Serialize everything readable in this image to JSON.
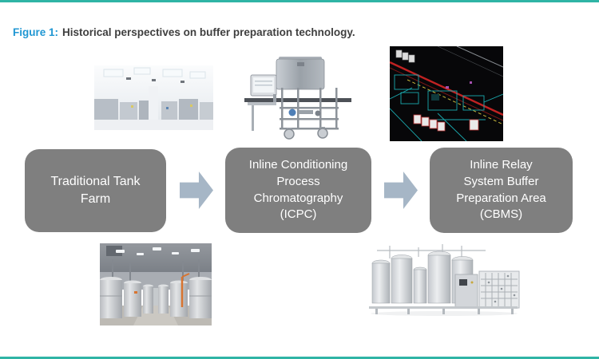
{
  "page": {
    "background": "#ffffff",
    "rule_color": "#2fb4a5"
  },
  "caption": {
    "label": "Figure 1:",
    "label_color": "#2097d3",
    "text": "Historical perspectives on buffer preparation technology.",
    "text_color": "#3f3f3f"
  },
  "flow": {
    "box_color": "#7f7f7f",
    "box_text_color": "#ffffff",
    "arrow_color": "#a6b6c6",
    "steps": [
      {
        "label": "Traditional Tank\nFarm"
      },
      {
        "label": "Inline Conditioning\nProcess\nChromatography\n(ICPC)"
      },
      {
        "label": "Inline Relay\nSystem Buffer\nPreparation Area\n(CBMS)"
      }
    ]
  },
  "images": {
    "top_left": "cleanroom-manufacturing-floor-photo",
    "top_middle": "inline-conditioning-chromatography-skid-photo",
    "top_right": "facility-cad-layout-rendering",
    "bottom_left": "traditional-tank-farm-photo",
    "bottom_right": "buffer-preparation-system-rendering"
  }
}
